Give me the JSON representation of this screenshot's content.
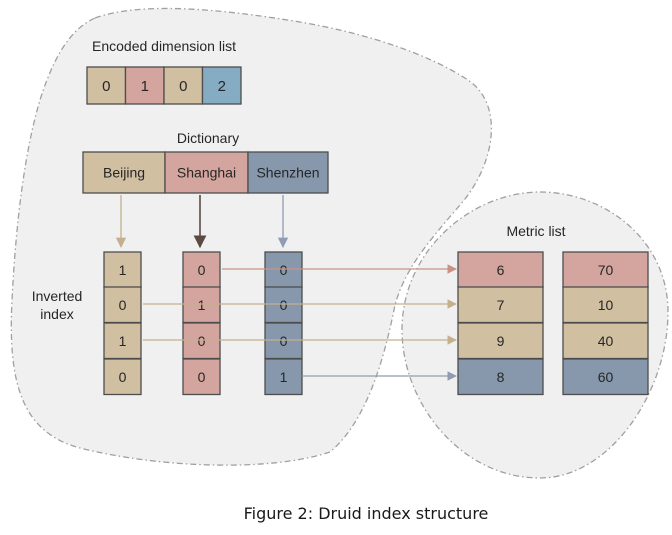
{
  "labels": {
    "encoded_title": "Encoded dimension list",
    "dictionary_title": "Dictionary",
    "inverted_line1": "Inverted",
    "inverted_line2": "index",
    "metric_title": "Metric list",
    "caption": "Figure 2: Druid index structure"
  },
  "encoded_list": [
    "0",
    "1",
    "0",
    "2"
  ],
  "dictionary": [
    "Beijing",
    "Shanghai",
    "Shenzhen"
  ],
  "inverted_index": [
    [
      "1",
      "0",
      "1",
      "0"
    ],
    [
      "0",
      "1",
      "0",
      "0"
    ],
    [
      "0",
      "0",
      "0",
      "1"
    ]
  ],
  "metrics": [
    [
      "6",
      "7",
      "9",
      "8"
    ],
    [
      "70",
      "10",
      "40",
      "60"
    ]
  ],
  "arrows_to_metric_rows": [
    {
      "from_column": 1,
      "row": 0
    },
    {
      "from_column": 0,
      "row": 1
    },
    {
      "from_column": 0,
      "row": 2
    },
    {
      "from_column": 2,
      "row": 3
    }
  ],
  "colors": {
    "tan": "#d1bfa1",
    "pink": "#d4a59e",
    "blue": "#85acc2",
    "slate": "#8798ad",
    "tan_arrow": "#c4b08e",
    "pink_arrow": "#c89386",
    "slate_arrow": "#8f9cb3",
    "dark_arrow": "#5b4942",
    "region_fill": "#f0f0f0",
    "region_stroke": "#a0a0a0",
    "box_stroke": "#4d4d4d"
  }
}
